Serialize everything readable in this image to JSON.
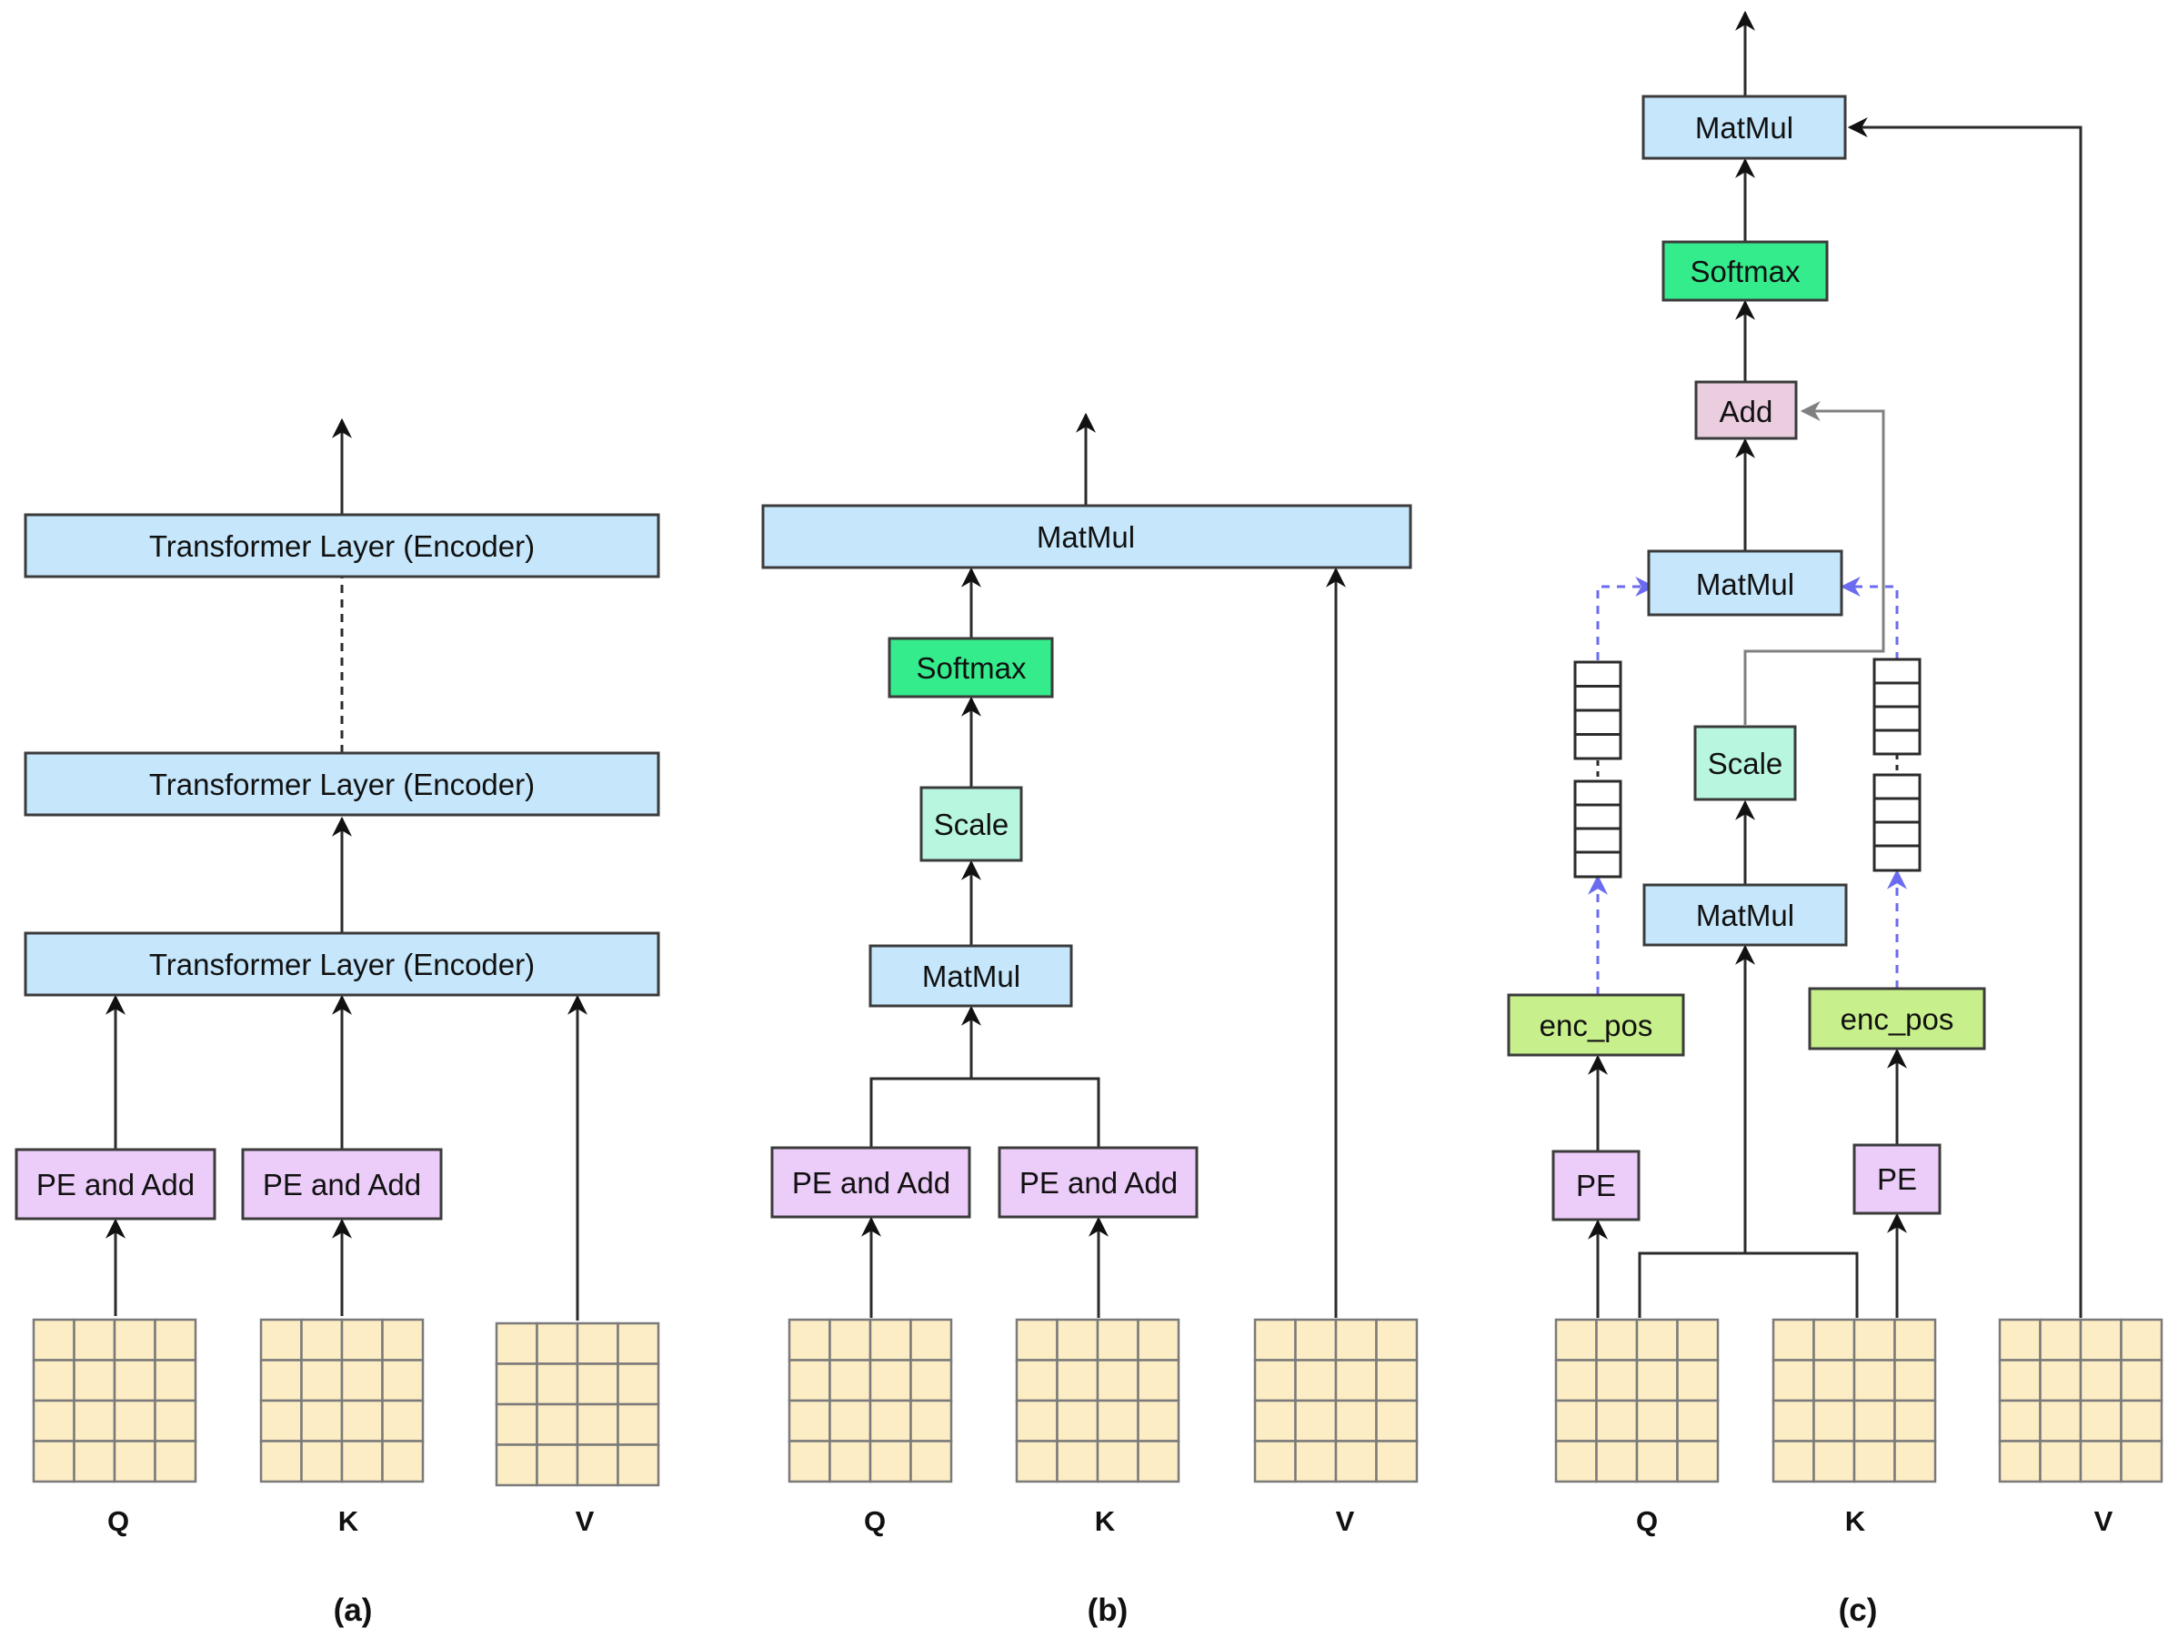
{
  "colors": {
    "blue_box": "#c5e6fb",
    "purple_box": "#ecccf9",
    "green_box": "#34ec8c",
    "mint_box": "#b8f6df",
    "lime_box": "#c7ef8b",
    "pink_box": "#ebcde0",
    "matrix_fill": "#fcedc4",
    "matrix_line": "#7a7a7a",
    "arrow": "#2b2b2b",
    "gray_arrow": "#808080",
    "dashed_blue_arrow": "#6b6bf0"
  },
  "panel_a": {
    "caption": "(a)",
    "encoder_top": "Transformer Layer (Encoder)",
    "encoder_mid": "Transformer Layer (Encoder)",
    "encoder_bottom": "Transformer Layer (Encoder)",
    "pe_q": "PE and Add",
    "pe_k": "PE and Add",
    "label_q": "Q",
    "label_k": "K",
    "label_v": "V"
  },
  "panel_b": {
    "caption": "(b)",
    "matmul_top": "MatMul",
    "softmax": "Softmax",
    "scale": "Scale",
    "matmul_bottom": "MatMul",
    "pe_q": "PE and Add",
    "pe_k": "PE and Add",
    "label_q": "Q",
    "label_k": "K",
    "label_v": "V"
  },
  "panel_c": {
    "caption": "(c)",
    "matmul_top": "MatMul",
    "softmax": "Softmax",
    "add": "Add",
    "matmul_mid": "MatMul",
    "scale": "Scale",
    "matmul_bottom": "MatMul",
    "enc_pos_q": "enc_pos",
    "enc_pos_k": "enc_pos",
    "pe_q": "PE",
    "pe_k": "PE",
    "label_q": "Q",
    "label_k": "K",
    "label_v": "V"
  }
}
